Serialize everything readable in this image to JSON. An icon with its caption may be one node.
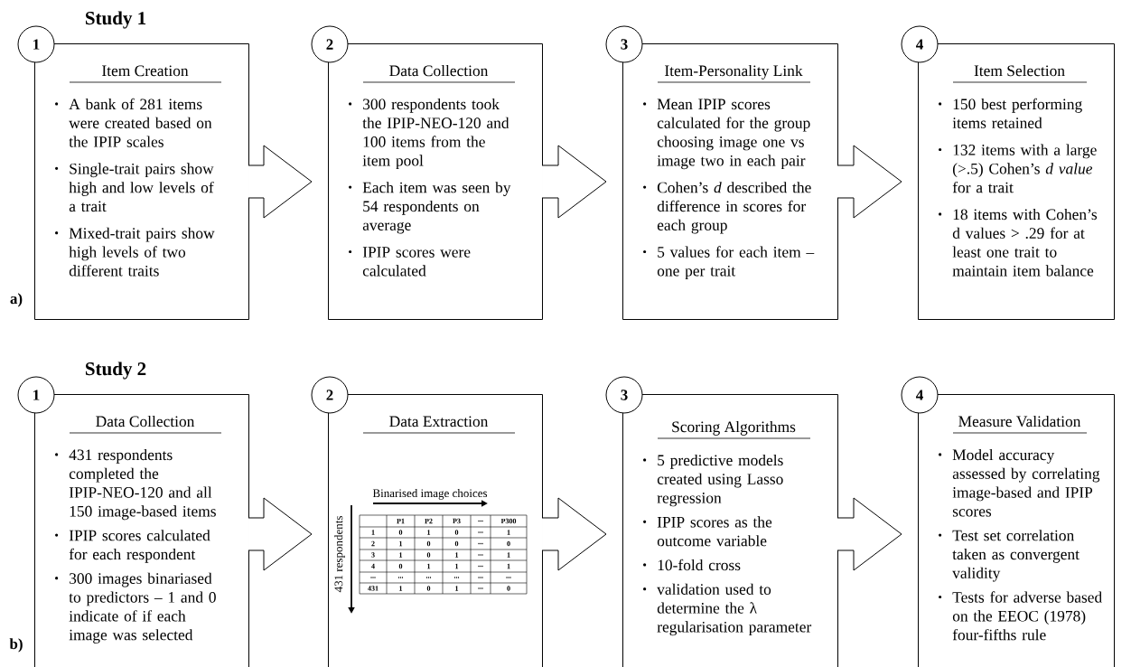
{
  "diagram": {
    "nodes": [
      {
        "text": [
          "1"
        ]
      },
      {
        "text": [
          "Item Creation",
          "A bank of 281 items were created based on the IPIP scales",
          "Single-trait pairs show high and low levels of a trait",
          "Mixed-trait pairs show high levels of two different traits"
        ]
      },
      {
        "text": [
          "2"
        ]
      },
      {
        "text": [
          "Data Collection",
          "300 respondents took the IPIP-NEO-120 and 100 items from the item pool",
          "Each item was seen by 54 respondents on average",
          "IPIP scores were calculated"
        ]
      },
      {
        "text": [
          "3"
        ]
      },
      {
        "text": [
          "Item-Personality Link",
          "Mean IPIP scores calculated for the group choosing image one vs image two in each pair",
          "Cohen’s *d* described the difference in scores for each group",
          "5 values for each item – one per trait"
        ]
      },
      {
        "text": [
          "4"
        ]
      },
      {
        "text": [
          "Item Selection",
          "150 best performing items retained",
          "132 items with a large (>.5) Cohen’s *d value* for a trait",
          "18 items with Cohen’s d values > .29 for at least one trait to maintain item balance"
        ]
      },
      {
        "text": [
          "1"
        ]
      },
      {
        "text": [
          "Data Collection",
          "431 respondents completed the IPIP-NEO-120 and all 150 image-based items",
          "IPIP scores calculated for each respondent",
          "300 images binariased to predictors – 1 and 0 indicate of if each image was selected"
        ]
      },
      {
        "text": [
          "2"
        ]
      },
      {
        "text": [
          "Data Extraction"
        ]
      },
      {
        "text": [
          "3"
        ]
      },
      {
        "text": [
          "Scoring Algorithms",
          "5 predictive models created using Lasso regression",
          "IPIP scores as the outcome variable",
          "10-fold cross",
          "validation used to determine the λ regularisation parameter"
        ]
      },
      {
        "text": [
          "4"
        ]
      },
      {
        "text": [
          "Measure Validation",
          "Model accuracy assessed by correlating image-based and IPIP scores",
          "Test set correlation taken as convergent validity",
          "Tests for adverse based on the EEOC (1978) four-fifths rule"
        ]
      }
    ],
    "edges": [
      {
        "from": 1,
        "to": 3,
        "arrow": "to"
      },
      {
        "from": 3,
        "to": 5,
        "arrow": "to"
      },
      {
        "from": 5,
        "to": 7,
        "arrow": "to"
      },
      {
        "from": 9,
        "to": 11,
        "arrow": "to"
      },
      {
        "from": 11,
        "to": 13,
        "arrow": "to"
      },
      {
        "from": 13,
        "to": 15,
        "arrow": "to"
      }
    ],
    "labels": [
      "Study 1",
      "a)",
      "Study 2",
      "Binarised image choices",
      "431 respondents",
      "P1",
      "P2",
      "P3",
      "...",
      "P300",
      "1",
      "0",
      "1",
      "0",
      "...",
      "1",
      "2",
      "1",
      "0",
      "0",
      "...",
      "0",
      "3",
      "1",
      "0",
      "1",
      "...",
      "1",
      "4",
      "0",
      "1",
      "1",
      "...",
      "1",
      "...",
      "...",
      "...",
      "...",
      "...",
      "...",
      "431",
      "1",
      "0",
      "1",
      "...",
      "0",
      "b)"
    ]
  }
}
